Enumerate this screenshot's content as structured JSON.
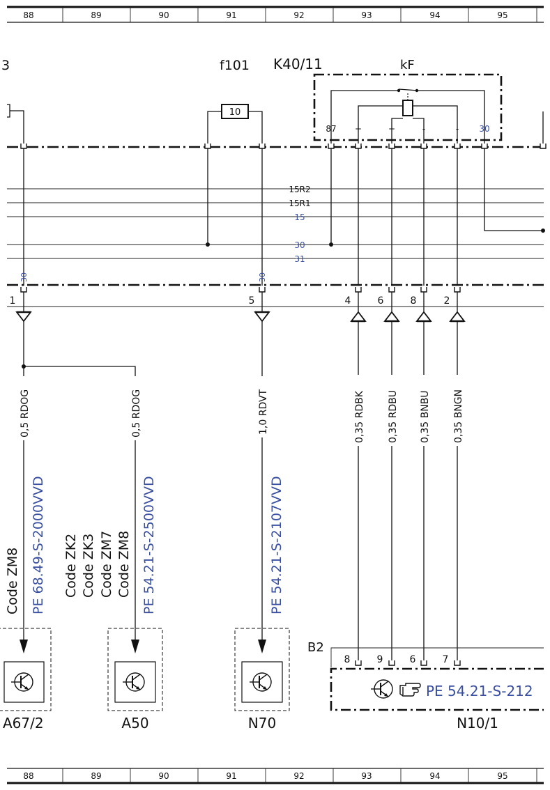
{
  "ruler": [
    "88",
    "89",
    "90",
    "91",
    "92",
    "93",
    "94",
    "95"
  ],
  "headers": {
    "left_partial": "3",
    "fuse": "f101",
    "relay": "K40/11",
    "relay_contact": "kF"
  },
  "fuse_value": "10",
  "relay_pins": [
    "87",
    "+",
    "+",
    "-",
    "-",
    "30"
  ],
  "buses": [
    "15R2",
    "15R1",
    "15",
    "30",
    "31"
  ],
  "terminal_30": "30",
  "connector_pins": [
    "1",
    "5",
    "4",
    "6",
    "8",
    "2"
  ],
  "wire_labels": [
    "0,5 RDOG",
    "0,5 RDOG",
    "1,0 RDVT",
    "0,35 RDBK",
    "0,35 RDBU",
    "0,35 BNBU",
    "0,35 BNGN"
  ],
  "codes": {
    "a67": "Code ZM8",
    "a50": [
      "Code ZK2",
      "Code ZK3",
      "Code ZM7",
      "Code ZM8"
    ]
  },
  "page_refs": [
    "PE 68.49-S-2000VVD",
    "PE 54.21-S-2500VVD",
    "PE 54.21-S-2107VVD",
    "PE 54.21-S-212"
  ],
  "b2": {
    "label": "B2",
    "pins": [
      "8",
      "9",
      "6",
      "7"
    ]
  },
  "components": [
    "A67/2",
    "A50",
    "N70",
    "N10/1"
  ],
  "colors": {
    "line": "#111111",
    "ref_blue": "#3a4fa0"
  }
}
